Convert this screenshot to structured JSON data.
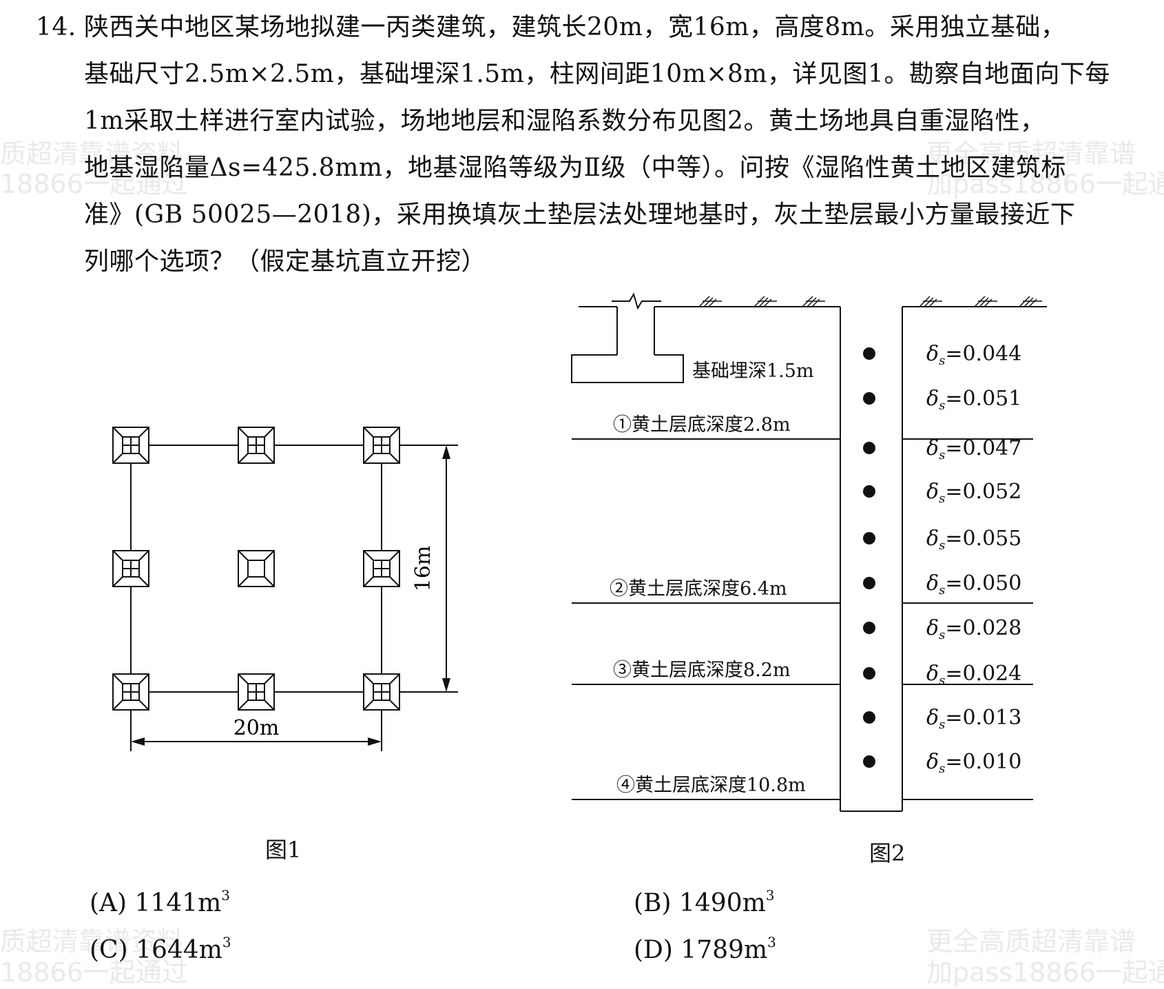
{
  "question": {
    "number": "14.",
    "lines": [
      "陕西关中地区某场地拟建一丙类建筑，建筑长20m，宽16m，高度8m。采用独立基础，",
      "基础尺寸2.5m×2.5m，基础埋深1.5m，柱网间距10m×8m，详见图1。勘察自地面向下每",
      "1m采取土样进行室内试验，场地地层和湿陷系数分布见图2。黄土场地具自重湿陷性，",
      "地基湿陷量Δs=425.8mm，地基湿陷等级为Ⅱ级（中等）。问按《湿陷性黄土地区建筑标",
      "准》(GB 50025—2018)，采用换填灰土垫层法处理地基时，灰土垫层最小方量最接近下",
      "列哪个选项？（假定基坑直立开挖）"
    ]
  },
  "figure1": {
    "caption": "图1",
    "width_label": "20m",
    "height_label": "16m"
  },
  "figure2": {
    "caption": "图2",
    "foundation_depth_label": "基础埋深1.5m",
    "layers": [
      {
        "label": "①黄土层底深度2.8m",
        "depth": 2.8
      },
      {
        "label": "②黄土层底深度6.4m",
        "depth": 6.4
      },
      {
        "label": "③黄土层底深度8.2m",
        "depth": 8.2
      },
      {
        "label": "④黄土层底深度10.8m",
        "depth": 10.8
      }
    ],
    "coefficient_symbol": "δ",
    "coefficient_subscript": "s",
    "coefficients": [
      "=0.044",
      "=0.051",
      "=0.047",
      "=0.052",
      "=0.055",
      "=0.050",
      "=0.028",
      "=0.024",
      "=0.013",
      "=0.010"
    ]
  },
  "options": [
    {
      "label": "(A) 1141m",
      "sup": "3"
    },
    {
      "label": "(B) 1490m",
      "sup": "3"
    },
    {
      "label": "(C) 1644m",
      "sup": "3"
    },
    {
      "label": "(D) 1789m",
      "sup": "3"
    }
  ],
  "watermarks": [
    "质超清靠谱资料",
    "18866一起通过",
    "更全高质超清靠谱",
    "加pass18866一起通"
  ]
}
